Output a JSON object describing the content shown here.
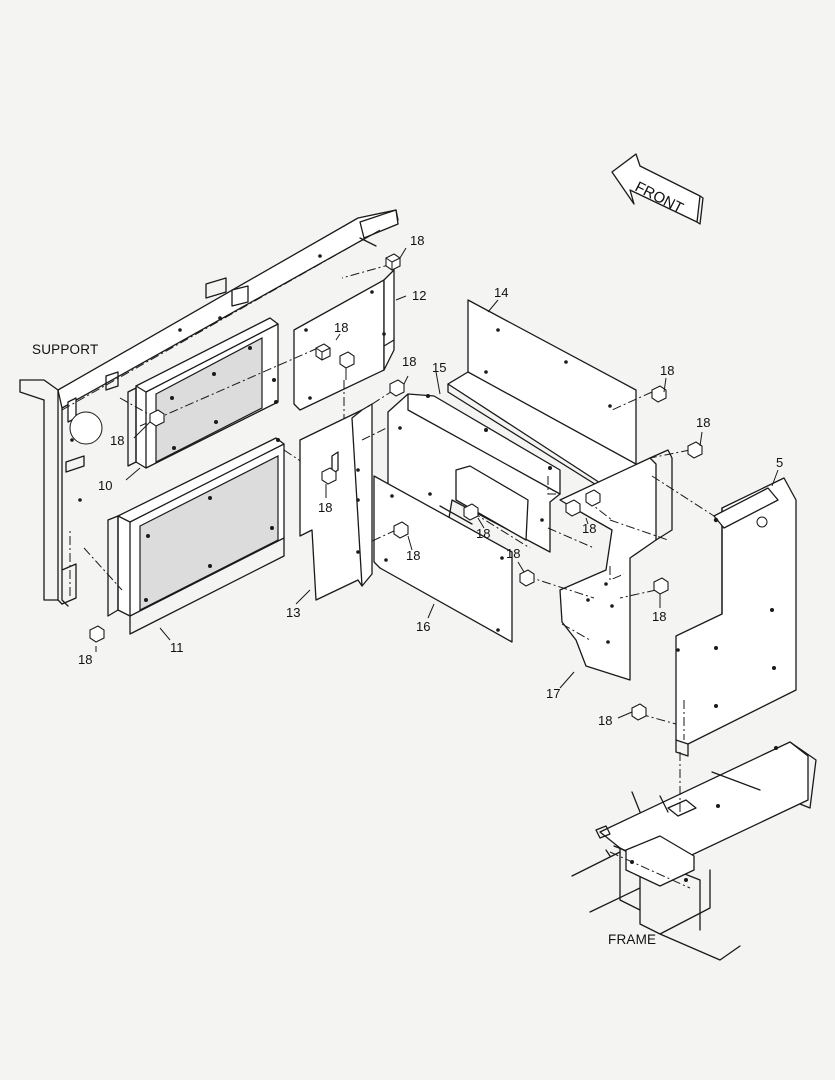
{
  "diagram": {
    "direction_label": "FRONT",
    "support_label": "SUPPORT",
    "frame_label": "FRAME",
    "parts": {
      "p5": "5",
      "p10": "10",
      "p11": "11",
      "p12": "12",
      "p13": "13",
      "p14": "14",
      "p15": "15",
      "p16": "16",
      "p17": "17",
      "p18": "18"
    }
  }
}
